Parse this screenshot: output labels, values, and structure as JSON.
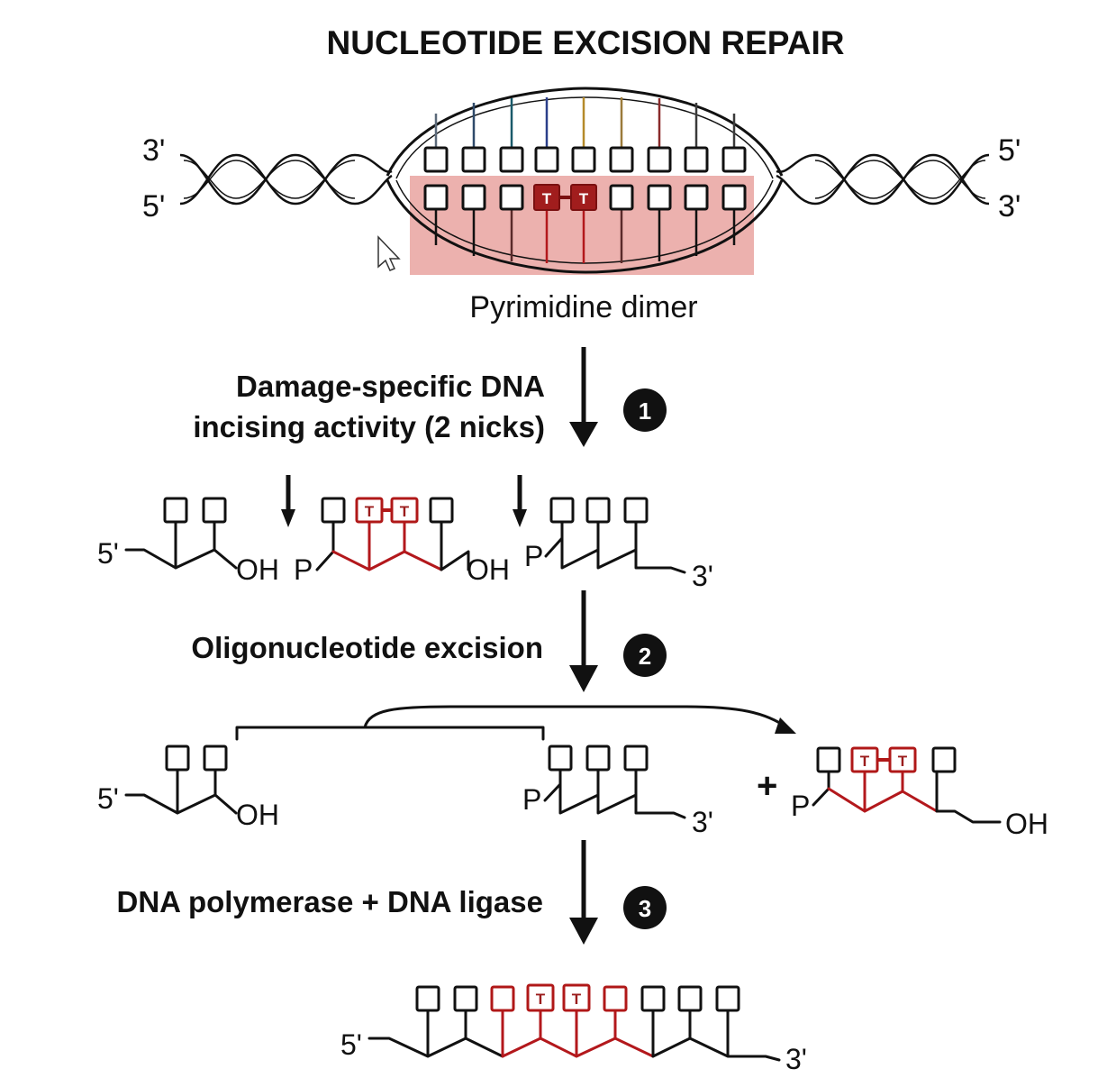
{
  "title": "NUCLEOTIDE EXCISION REPAIR",
  "helix": {
    "left_top_end": "3'",
    "left_bottom_end": "5'",
    "right_top_end": "5'",
    "right_bottom_end": "3'",
    "dimer_letter_1": "T",
    "dimer_letter_2": "T",
    "dimer_label": "Pyrimidine dimer",
    "highlight_color": "#e9a3a0"
  },
  "steps": [
    {
      "number": "1",
      "label_line1": "Damage-specific DNA",
      "label_line2": "incising activity (2 nicks)"
    },
    {
      "number": "2",
      "label": "Oligonucleotide excision"
    },
    {
      "number": "3",
      "label": "DNA polymerase + DNA ligase"
    }
  ],
  "stage1": {
    "five_prime": "5'",
    "oh_1": "OH",
    "p_1": "P",
    "t_1": "T",
    "t_2": "T",
    "oh_2": "OH",
    "p_2": "P",
    "three_prime": "3'"
  },
  "stage2": {
    "five_prime": "5'",
    "oh_1": "OH",
    "p_1": "P",
    "three_prime": "3'",
    "plus": "+",
    "p_2": "P",
    "t_1": "T",
    "t_2": "T",
    "oh_2": "OH"
  },
  "stage3": {
    "five_prime": "5'",
    "t_1": "T",
    "t_2": "T",
    "three_prime": "3'"
  },
  "colors": {
    "damage_red": "#b3181c",
    "ink": "#111111"
  }
}
